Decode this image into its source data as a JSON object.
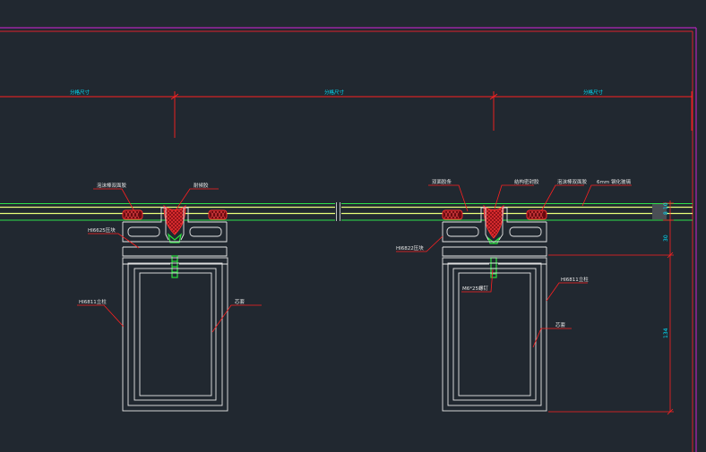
{
  "colors": {
    "background": "#212830",
    "frame_magenta": "#b026b8",
    "frame_red": "#e0202a",
    "dimension_cyan": "#00e5ff",
    "profile_white": "#e8e8e8",
    "leader_red": "#ff2020",
    "glass_green": "#2fe04a",
    "glass_yellow": "#eaff7a",
    "sealant_red": "#c0141c",
    "gasket_green": "#28e03c"
  },
  "dimensions": {
    "top_left": "分格尺寸",
    "top_middle": "分格尺寸",
    "top_right": "分格尺寸",
    "v_glass_a": "8",
    "v_glass_b": "10",
    "v_30": "30",
    "v_134": "134"
  },
  "left_section": {
    "label_foam": "泡沫棒双面胶",
    "label_sealant": "耐候胶",
    "label_cover": "HI6625压块",
    "label_mullion": "HI6811立柱",
    "label_insert": "芯套"
  },
  "right_section": {
    "label_foam": "双面胶条",
    "label_sealant": "结构密封胶",
    "label_rod": "泡沫棒双面胶",
    "label_glass": "6mm 钢化玻璃",
    "label_cover": "HI6822压块",
    "label_bolt": "M6*25螺钉",
    "label_mullion": "HI6811立柱",
    "label_insert": "芯套"
  }
}
